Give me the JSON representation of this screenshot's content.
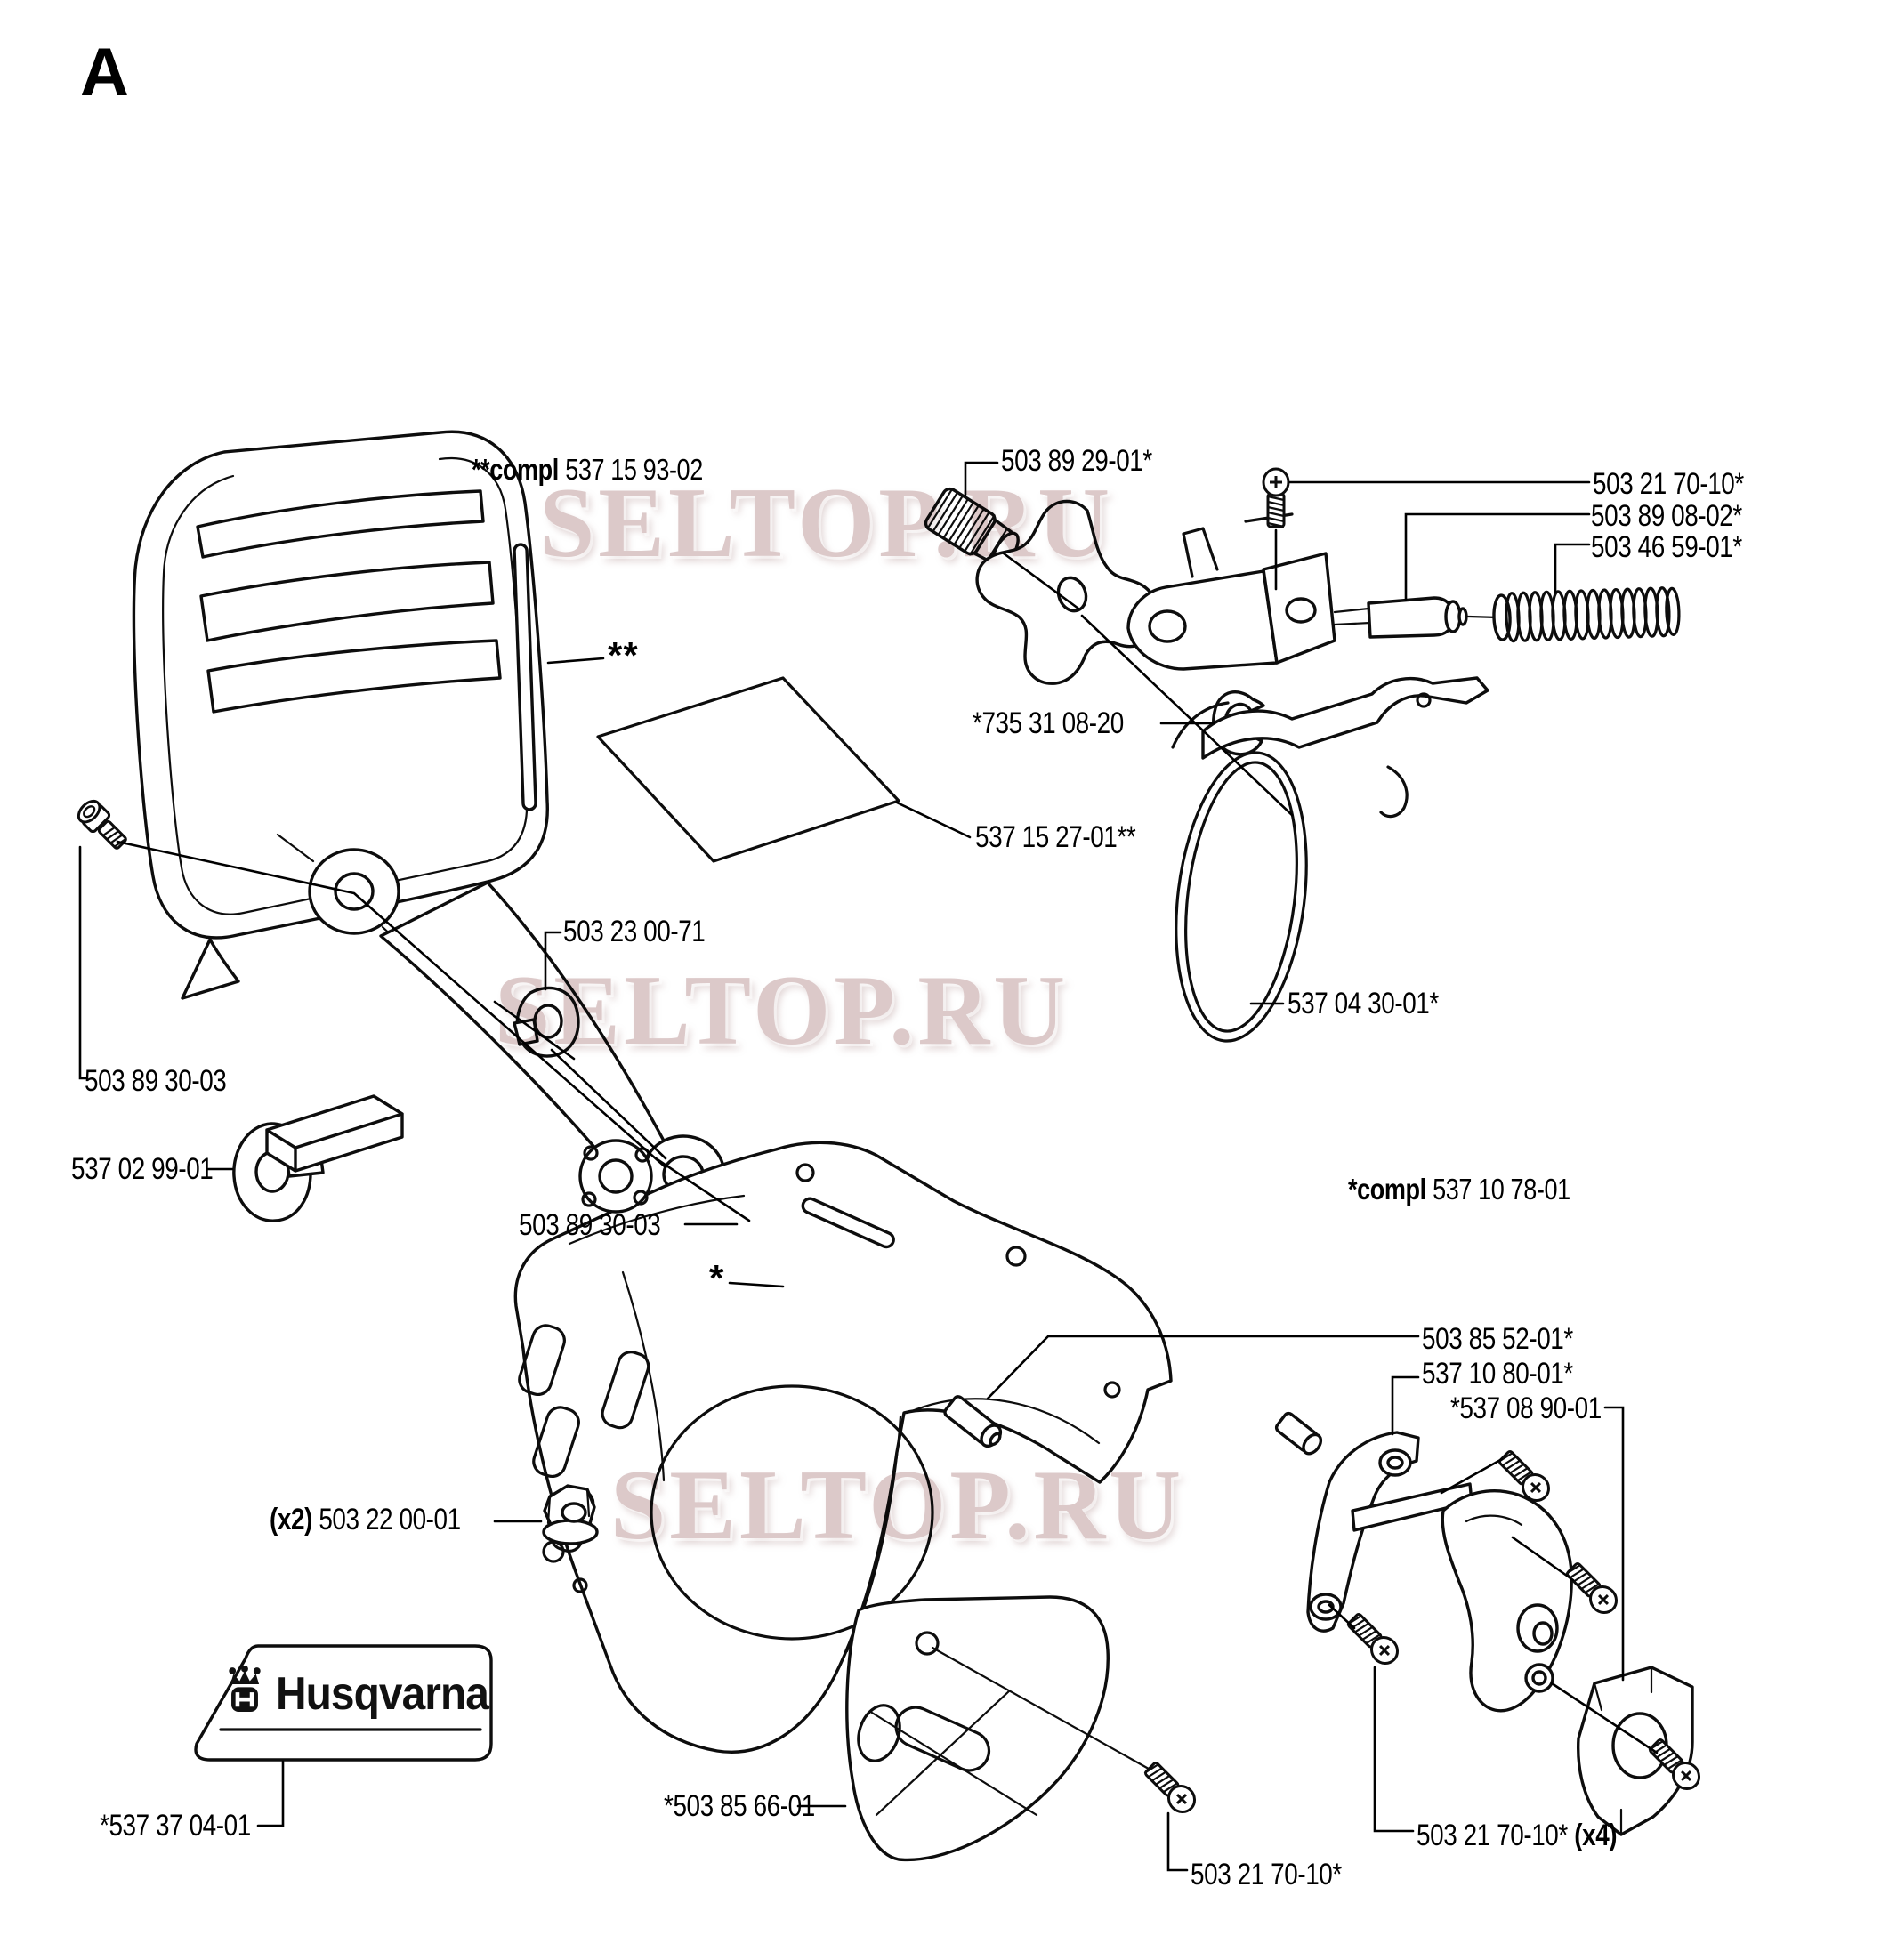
{
  "page": {
    "letter": "A"
  },
  "watermark": {
    "text": "SELTOP.RU",
    "color": "#dcc9c9"
  },
  "brand_plate": {
    "brand": "Husqvarna"
  },
  "labels": {
    "assembly_top": {
      "prefix": "**compl",
      "text": "537 15 93-02"
    },
    "knob": {
      "text": "503 89 29-01*"
    },
    "screw_adjuster": {
      "text": "503 21 70-10*"
    },
    "plunger": {
      "text": "503 89 08-02*"
    },
    "spring": {
      "text": "503 46 59-01*"
    },
    "retainer_clip": {
      "text": "*735 31 08-20"
    },
    "decal": {
      "text": "537 15 27-01**"
    },
    "brake_band": {
      "text": "537 04 30-01*"
    },
    "clip": {
      "text": "503 23 00-71"
    },
    "screw_guard_upper": {
      "text": "503 89 30-03"
    },
    "washer": {
      "text": "537 02 99-01"
    },
    "screw_guard_lower": {
      "text": "503 89 30-03"
    },
    "assembly_cover": {
      "prefix": "*compl",
      "text": "537 10 78-01"
    },
    "pin": {
      "text": "503 85 52-01*"
    },
    "cover_inner": {
      "text": "537 10 80-01*"
    },
    "cover_clamp": {
      "text": "*537 08 90-01"
    },
    "nut": {
      "prefix": "(x2)",
      "text": "503 22 00-01"
    },
    "brand_decal": {
      "text": "*537 37 04-01"
    },
    "guide_plate": {
      "text": "*503 85 66-01"
    },
    "screw_plate": {
      "text": "503 21 70-10*"
    },
    "screws_cover": {
      "text": "503 21 70-10*",
      "suffix": "(x4)"
    },
    "marker_double": {
      "text": "**"
    },
    "marker_single": {
      "text": "*"
    }
  }
}
